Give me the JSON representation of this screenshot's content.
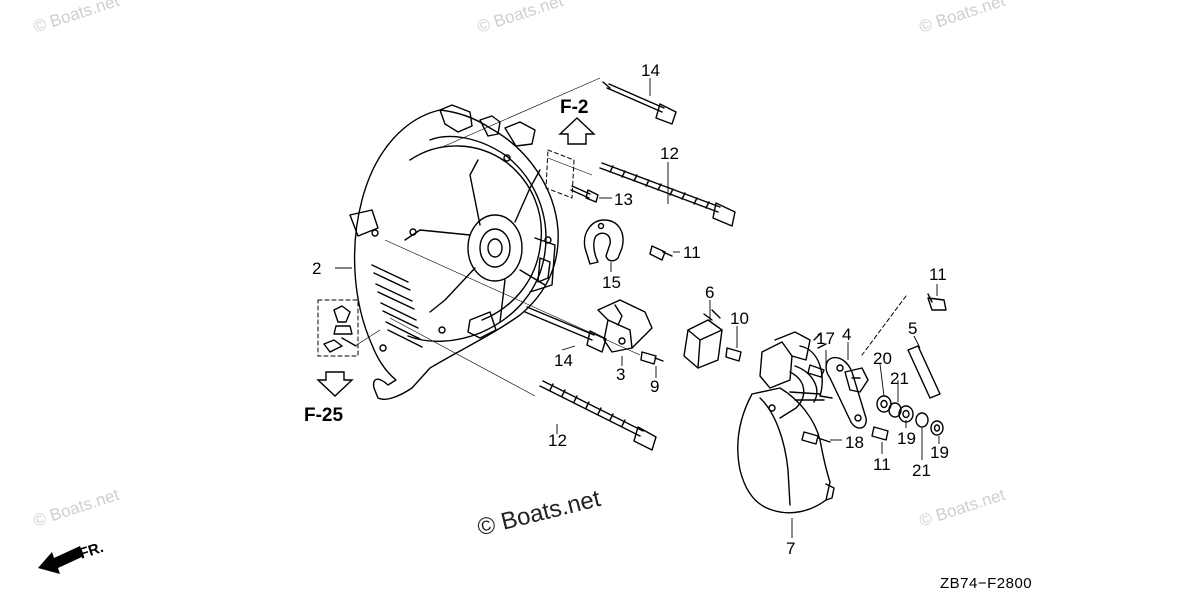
{
  "watermarks": [
    "© Boats.net",
    "© Boats.net",
    "© Boats.net",
    "© Boats.net",
    "© Boats.net"
  ],
  "center_watermark": "© Boats.net",
  "references": {
    "up": "F-2",
    "down": "F-25"
  },
  "direction_label": "FR.",
  "diagram_code": "ZB74−F2800",
  "callouts": {
    "c14_top": "14",
    "c12_top": "12",
    "c13": "13",
    "c11_a": "11",
    "c2": "2",
    "c15": "15",
    "c6": "6",
    "c10": "10",
    "c11_b": "11",
    "c17": "17",
    "c4": "4",
    "c5": "5",
    "c20": "20",
    "c21_a": "21",
    "c14_bot": "14",
    "c3": "3",
    "c9": "9",
    "c12_bot": "12",
    "c18": "18",
    "c11_c": "11",
    "c19_a": "19",
    "c21_b": "21",
    "c19_b": "19",
    "c7": "7"
  },
  "colors": {
    "line": "#000000",
    "watermark": "#cfcfcf"
  }
}
